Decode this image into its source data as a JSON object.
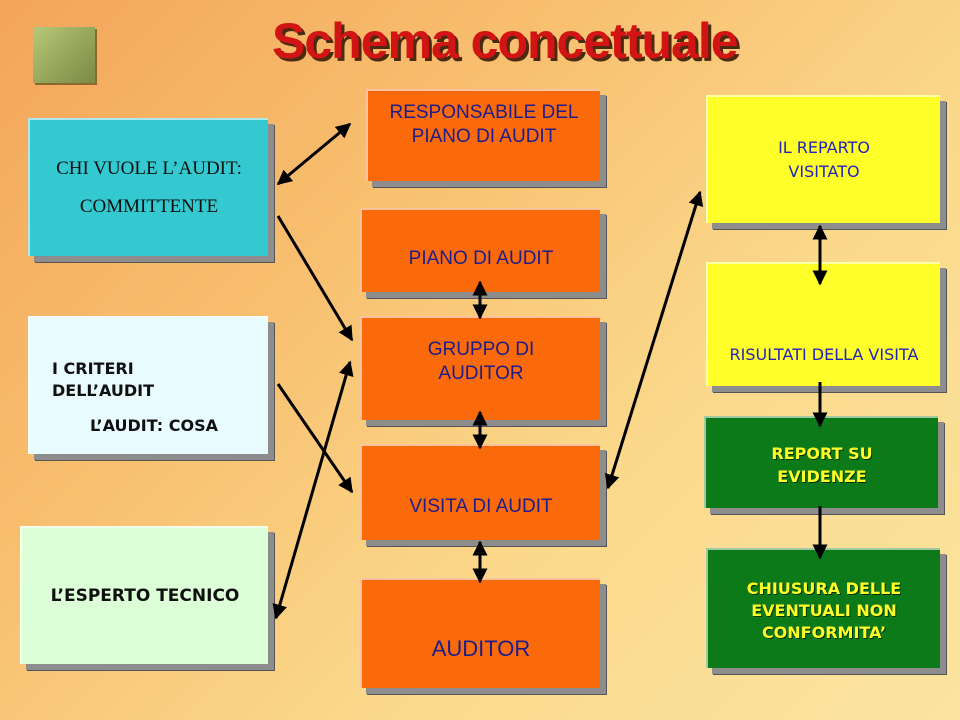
{
  "title": "Schema concettuale",
  "logo": "auditor-face-icon",
  "boxes": {
    "committente_q": "CHI VUOLE L’AUDIT:",
    "committente_a": "COMMITTENTE",
    "criteri": "I CRITERI DELL’AUDIT",
    "cosa": "L’AUDIT: COSA",
    "esperto": "L’ESPERTO TECNICO",
    "responsabile": "RESPONSABILE DEL PIANO DI AUDIT",
    "piano": "PIANO DI AUDIT",
    "gruppo": "GRUPPO DI AUDITOR",
    "visita": "VISITA DI AUDIT",
    "auditor": "AUDITOR",
    "reparto": "IL REPARTO VISITATO",
    "risultati": "RISULTATI DELLA VISITA",
    "report": "REPORT SU EVIDENZE",
    "chiusura": "CHIUSURA DELLE EVENTUALI NON CONFORMITA’"
  },
  "colors": {
    "orange": "#fa6a0a",
    "yellow": "#ffff2a",
    "green": "#0d7a1a",
    "cyan": "#34c8d0",
    "title": "#d21414"
  }
}
